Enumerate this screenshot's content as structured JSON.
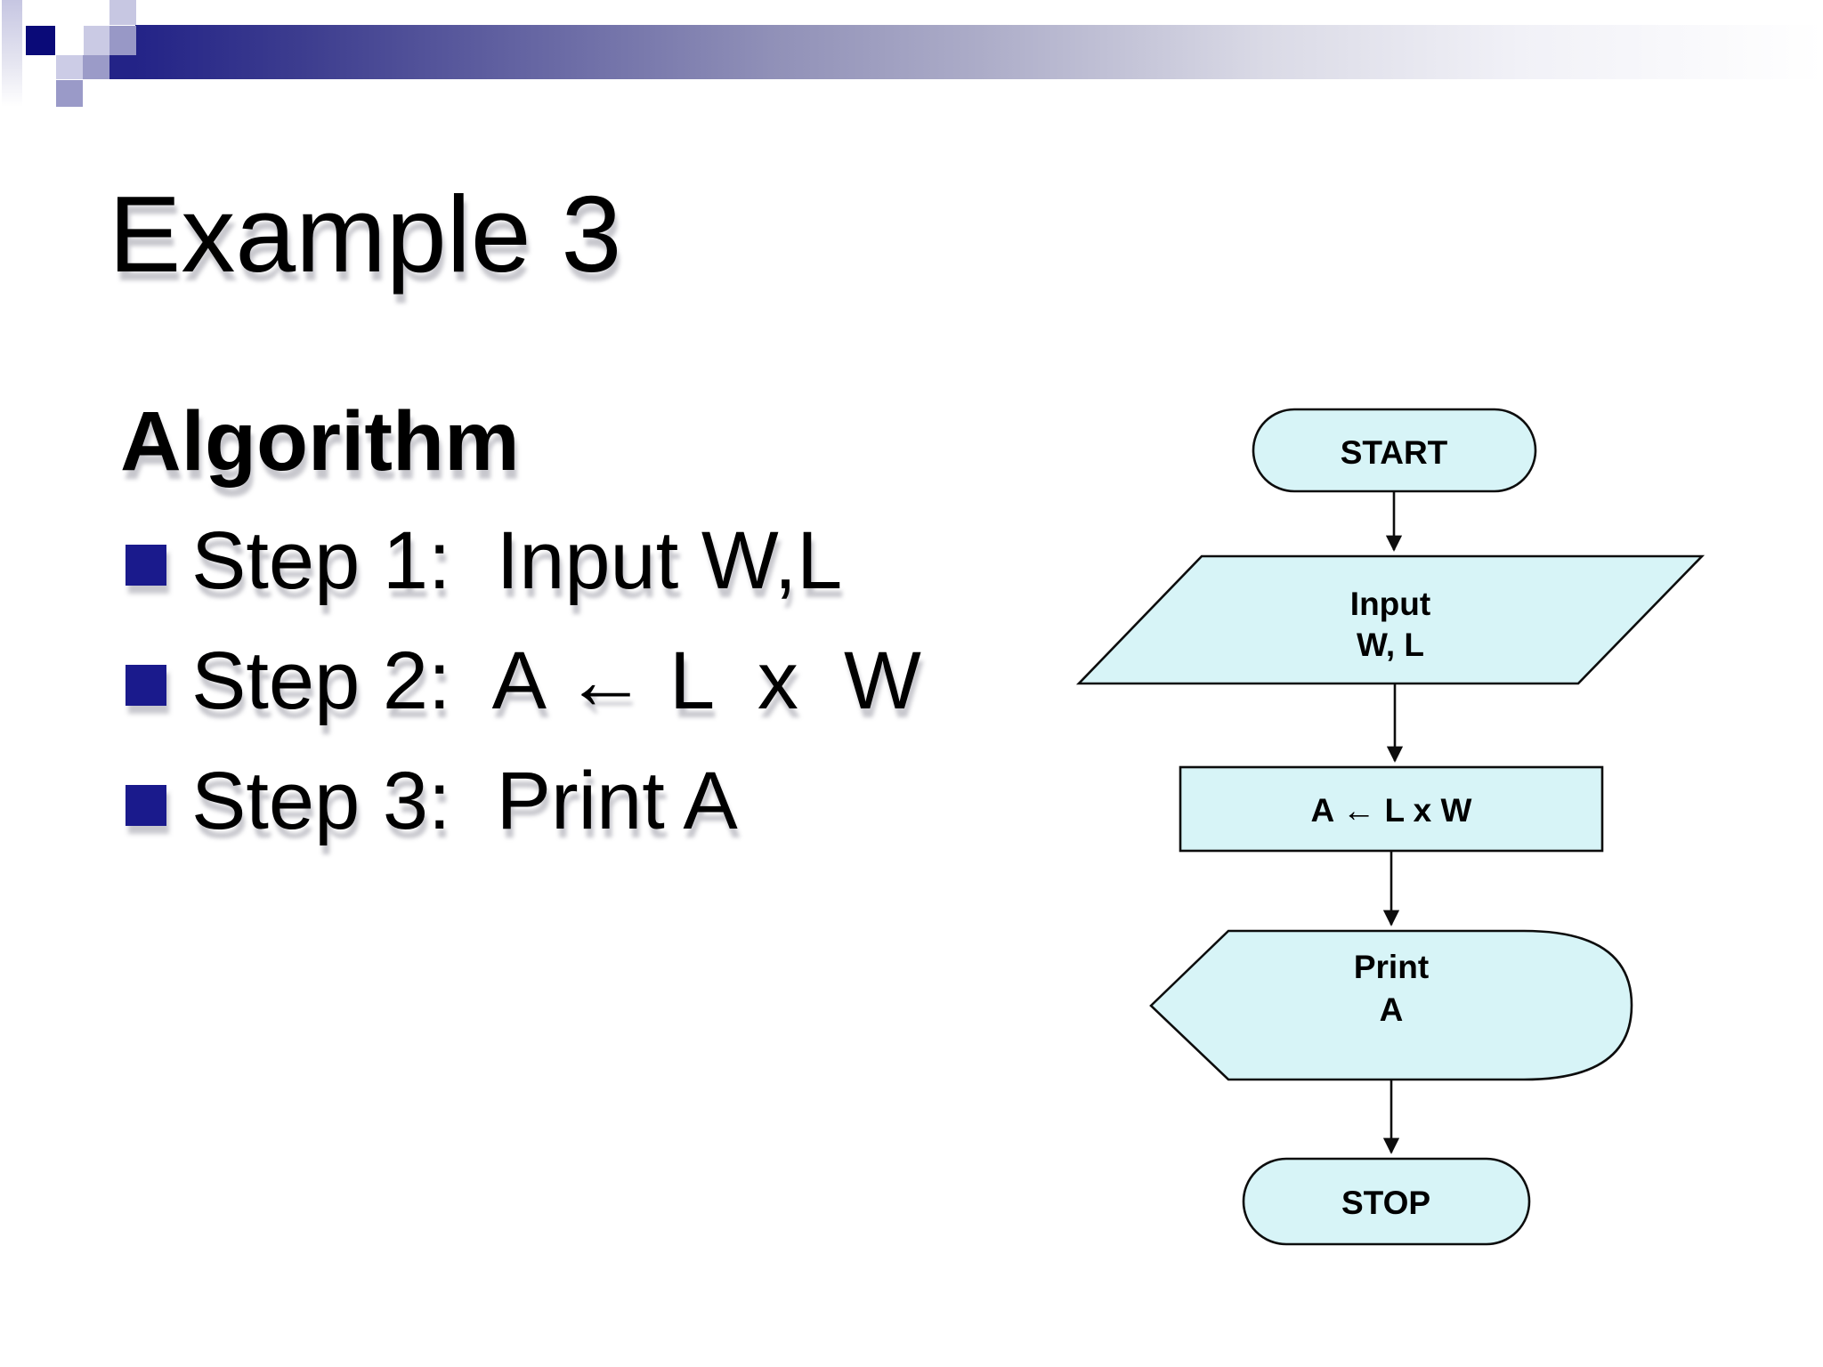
{
  "slide": {
    "title": "Example 3",
    "body_heading": "Algorithm",
    "bullets": [
      "Step 1:  Input W,L",
      "Step 2:  A ← L  x  W",
      "Step 3:  Print A"
    ]
  },
  "flowchart": {
    "start_label": "START",
    "input_label_line1": "Input",
    "input_label_line2": "W, L",
    "process_label": "A ← L x W",
    "print_label_line1": "Print",
    "print_label_line2": "A",
    "stop_label": "STOP"
  },
  "theme": {
    "bullet_square_color": "#1a1a8c",
    "banner_dark_navy": "#232387",
    "banner_square_navy": "#0a0a78",
    "banner_square_lavender": "#cacae4",
    "banner_square_purple": "#9898c6",
    "node_fill": "#d7f4f7",
    "node_border": "#000000",
    "text_color": "#000000",
    "background": "#ffffff"
  }
}
